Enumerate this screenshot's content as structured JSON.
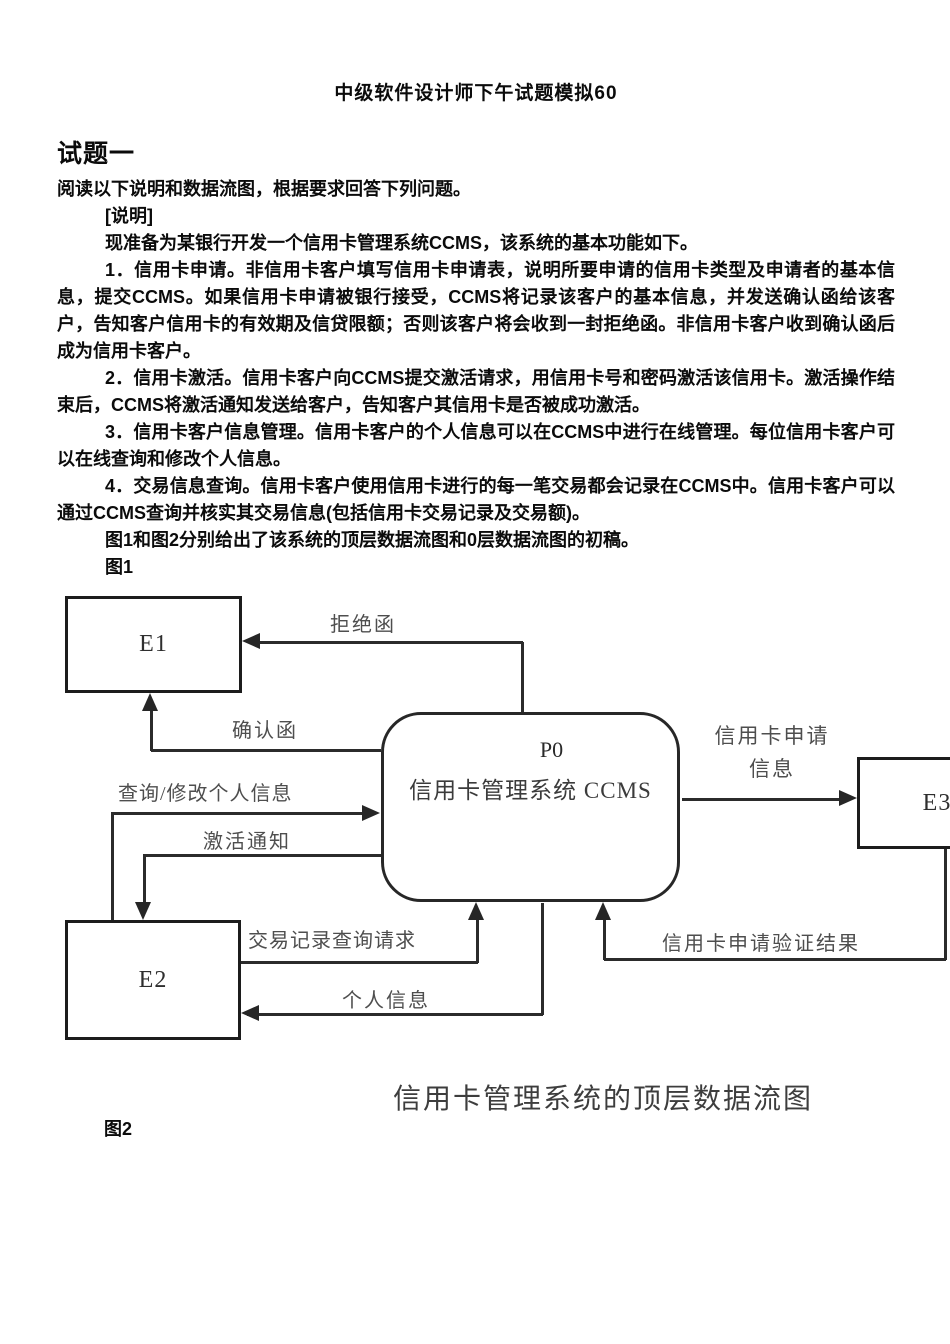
{
  "doc": {
    "title": "中级软件设计师下午试题模拟60",
    "section_heading": "试题一",
    "intro": "阅读以下说明和数据流图，根据要求回答下列问题。",
    "note_label": "[说明]",
    "paragraphs": [
      "现准备为某银行开发一个信用卡管理系统CCMS，该系统的基本功能如下。",
      "1．信用卡申请。非信用卡客户填写信用卡申请表，说明所要申请的信用卡类型及申请者的基本信息，提交CCMS。如果信用卡申请被银行接受，CCMS将记录该客户的基本信息，并发送确认函给该客户，告知客户信用卡的有效期及信贷限额；否则该客户将会收到一封拒绝函。非信用卡客户收到确认函后成为信用卡客户。",
      "2．信用卡激活。信用卡客户向CCMS提交激活请求，用信用卡号和密码激活该信用卡。激活操作结束后，CCMS将激活通知发送给客户，告知客户其信用卡是否被成功激活。",
      "3．信用卡客户信息管理。信用卡客户的个人信息可以在CCMS中进行在线管理。每位信用卡客户可以在线查询和修改个人信息。",
      "4．交易信息查询。信用卡客户使用信用卡进行的每一笔交易都会记录在CCMS中。信用卡客户可以通过CCMS查询并核实其交易信息(包括信用卡交易记录及交易额)。",
      "图1和图2分别给出了该系统的顶层数据流图和0层数据流图的初稿。"
    ],
    "fig1_label": "图1",
    "fig2_label": "图2"
  },
  "diagram": {
    "caption": "信用卡管理系统的顶层数据流图",
    "entities": {
      "e1": "E1",
      "e2": "E2",
      "e3": "E3"
    },
    "process": {
      "id": "P0",
      "name": "信用卡管理系统 CCMS"
    },
    "flows": {
      "reject": "拒绝函",
      "confirm": "确认函",
      "query_modify": "查询/修改个人信息",
      "activation": "激活通知",
      "application_info": "信用卡申请信息",
      "transaction_query": "交易记录查询请求",
      "personal_info": "个人信息",
      "verify_result": "信用卡申请验证结果"
    },
    "colors": {
      "ink": "#2b2b2b",
      "label": "#4e4e4e",
      "box_border": "#1c1c1c"
    }
  }
}
